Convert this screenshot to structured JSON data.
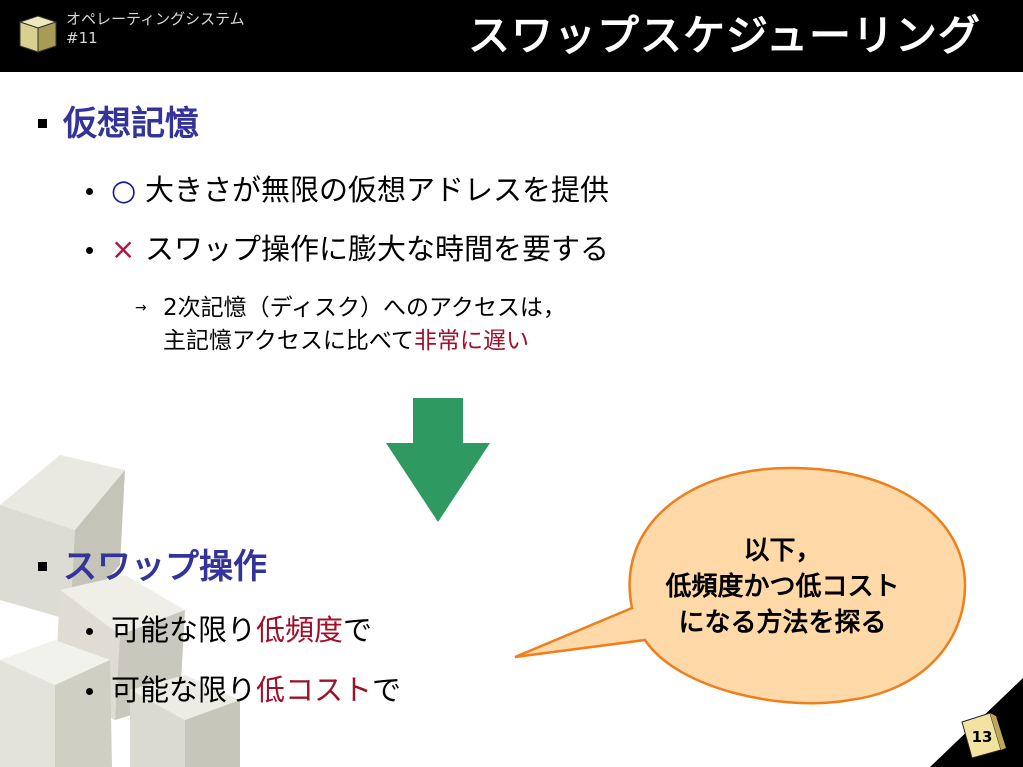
{
  "header": {
    "course_name": "オペレーティングシステム",
    "lecture_number": "#11",
    "title": "スワップスケジューリング"
  },
  "section1": {
    "heading": "仮想記憶",
    "items": [
      {
        "mark": "○",
        "text": "大きさが無限の仮想アドレスを提供"
      },
      {
        "mark": "×",
        "text": "スワップ操作に膨大な時間を要する"
      }
    ],
    "note": {
      "arrow": "→",
      "line1": "2次記憶（ディスク）へのアクセスは，",
      "line2_prefix": "主記憶アクセスに比べて",
      "line2_emphasis": "非常に遅い"
    }
  },
  "section2": {
    "heading": "スワップ操作",
    "items": [
      {
        "prefix": "可能な限り",
        "emphasis": "低頻度",
        "suffix": "で"
      },
      {
        "prefix": "可能な限り",
        "emphasis": "低コスト",
        "suffix": "で"
      }
    ]
  },
  "callout": {
    "line1": "以下，",
    "line2": "低頻度かつ低コスト",
    "line3": "になる方法を探る"
  },
  "page_number": "13",
  "colors": {
    "heading": "#333399",
    "emphasis": "#a0102a",
    "arrow": "#2e9960",
    "callout_fill": "#ffd9a8",
    "callout_stroke": "#f07e1c"
  },
  "icons": {
    "down_arrow": "down-arrow-icon",
    "logo": "cube-logo-icon"
  }
}
